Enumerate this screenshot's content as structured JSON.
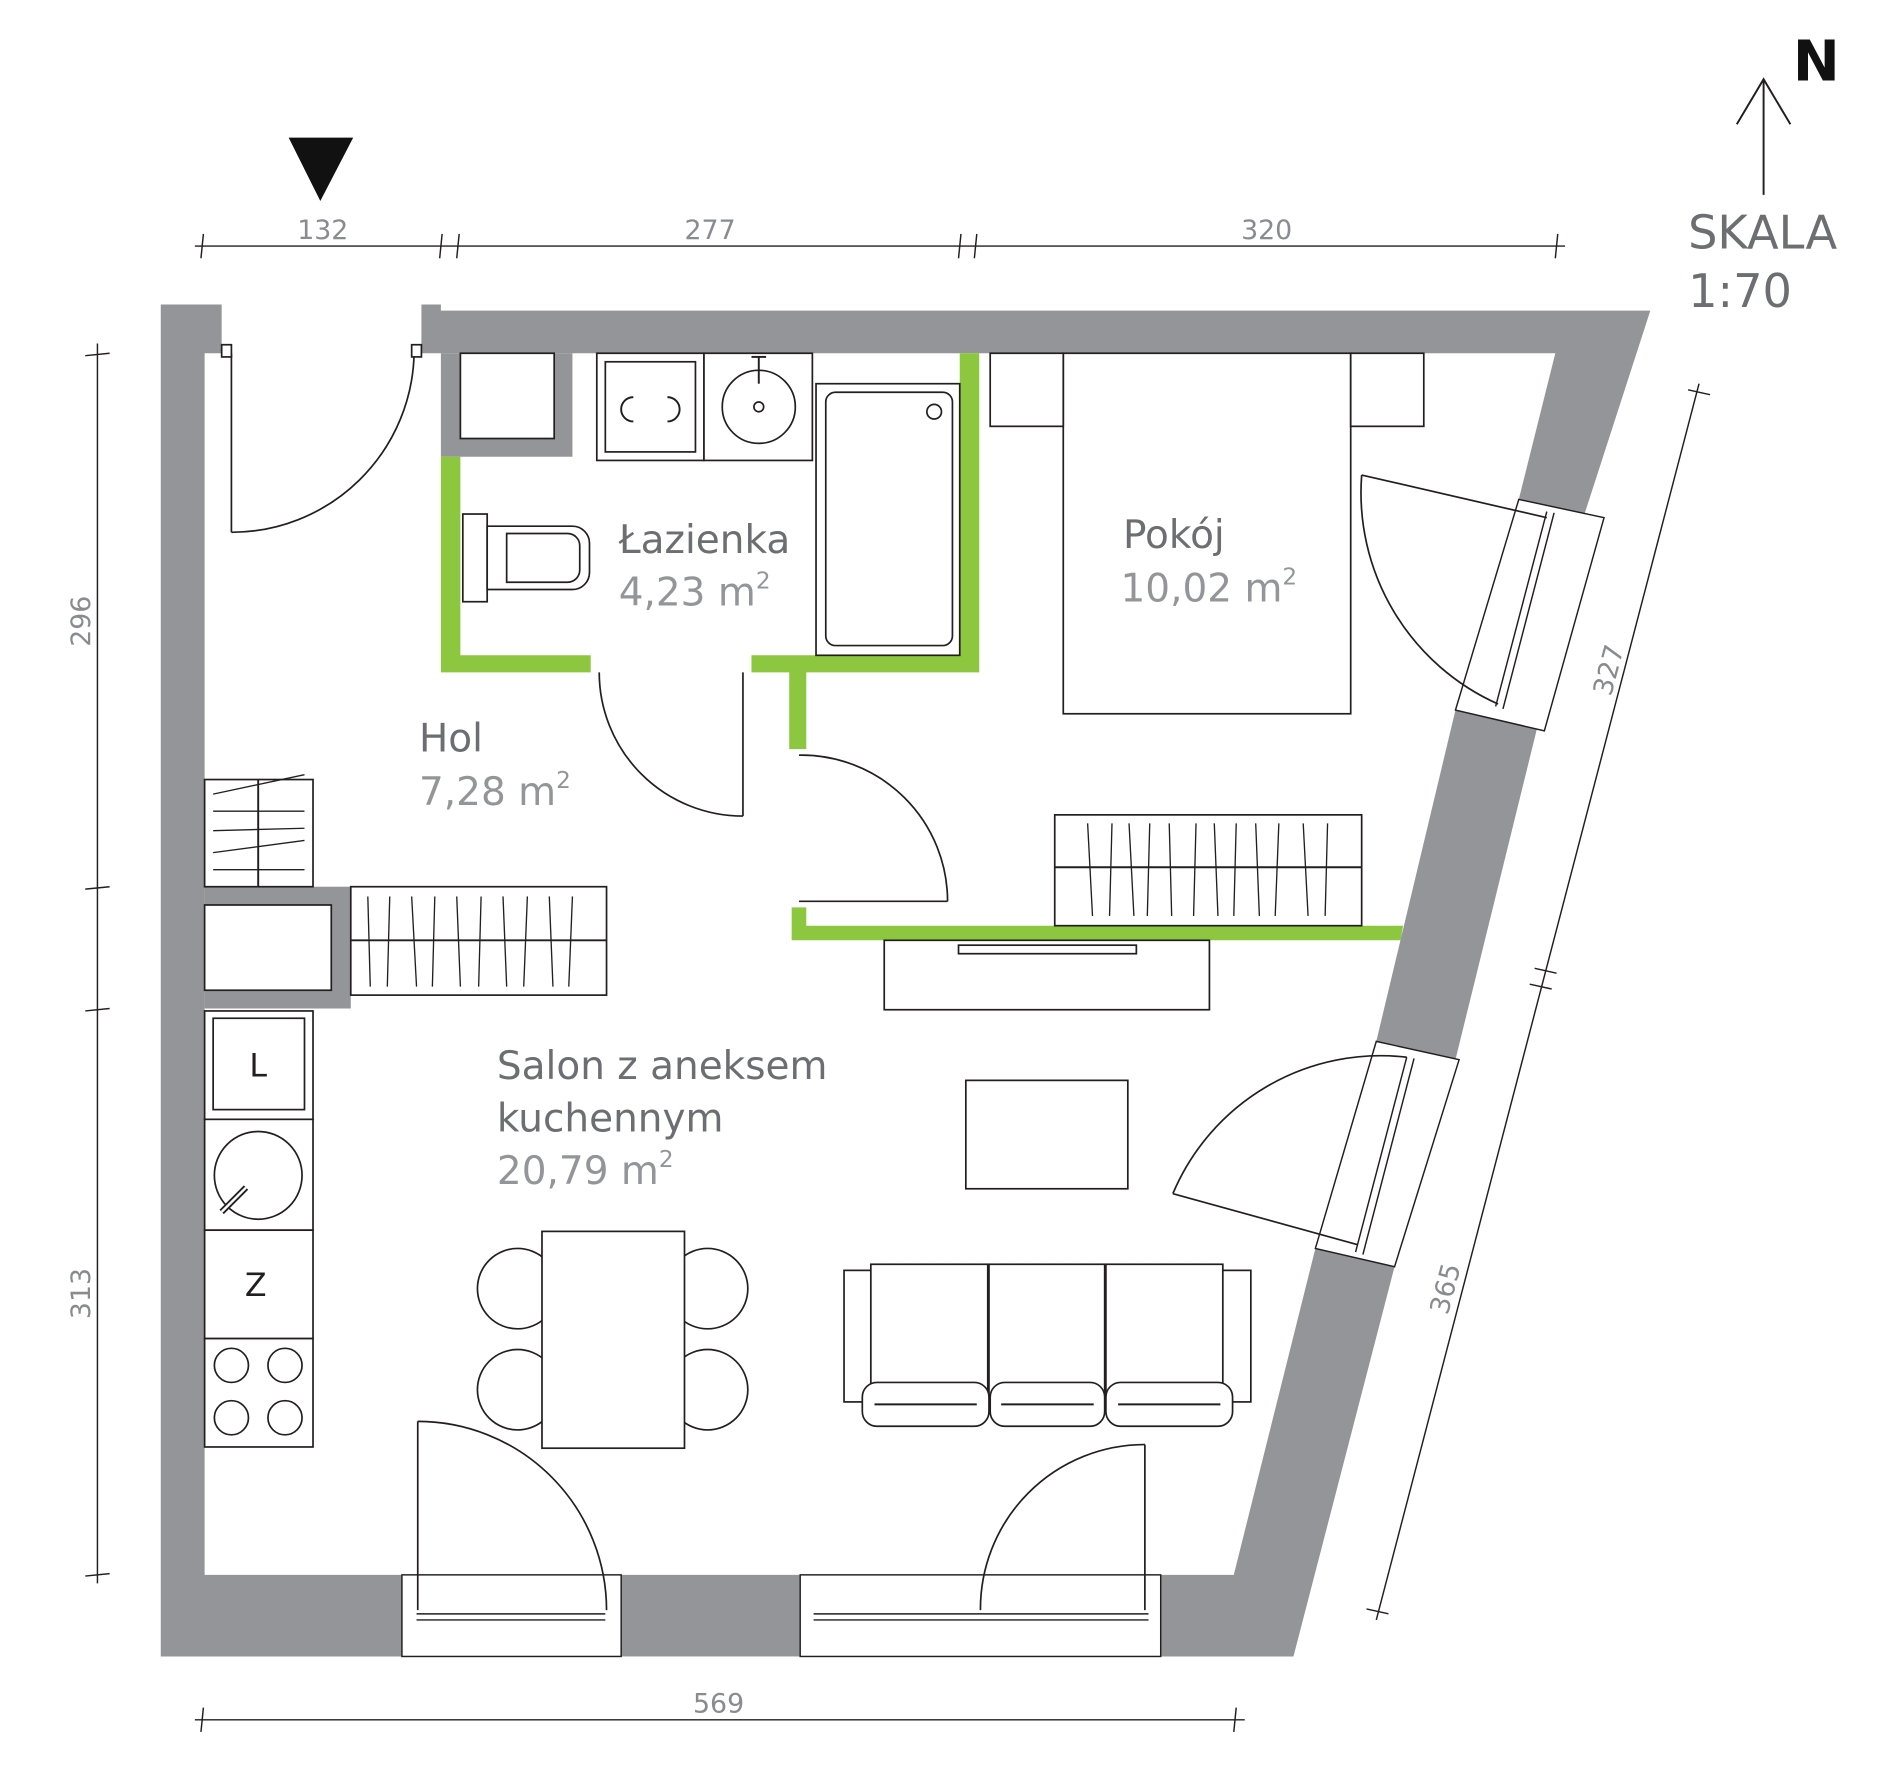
{
  "compass": {
    "north": "N",
    "scale_label": "SKALA",
    "scale_value": "1:70"
  },
  "dimensions": {
    "top": [
      "132",
      "277",
      "320"
    ],
    "left": [
      "296",
      "313"
    ],
    "right": [
      "327",
      "365"
    ],
    "bottom": "569"
  },
  "rooms": [
    {
      "name": "Łazienka",
      "area": "4,23 m",
      "sup": "2"
    },
    {
      "name": "Pokój",
      "area": "10,02 m",
      "sup": "2"
    },
    {
      "name": "Hol",
      "area": "7,28 m",
      "sup": "2"
    },
    {
      "name": "Salon z aneksem",
      "name2": "kuchennym",
      "area": "20,79 m",
      "sup": "2"
    }
  ],
  "appliances": {
    "fridge": "L",
    "dishwasher": "Z"
  },
  "colors": {
    "wall": "#939598",
    "partition": "#8dc63f",
    "text": "#6d6e71"
  }
}
